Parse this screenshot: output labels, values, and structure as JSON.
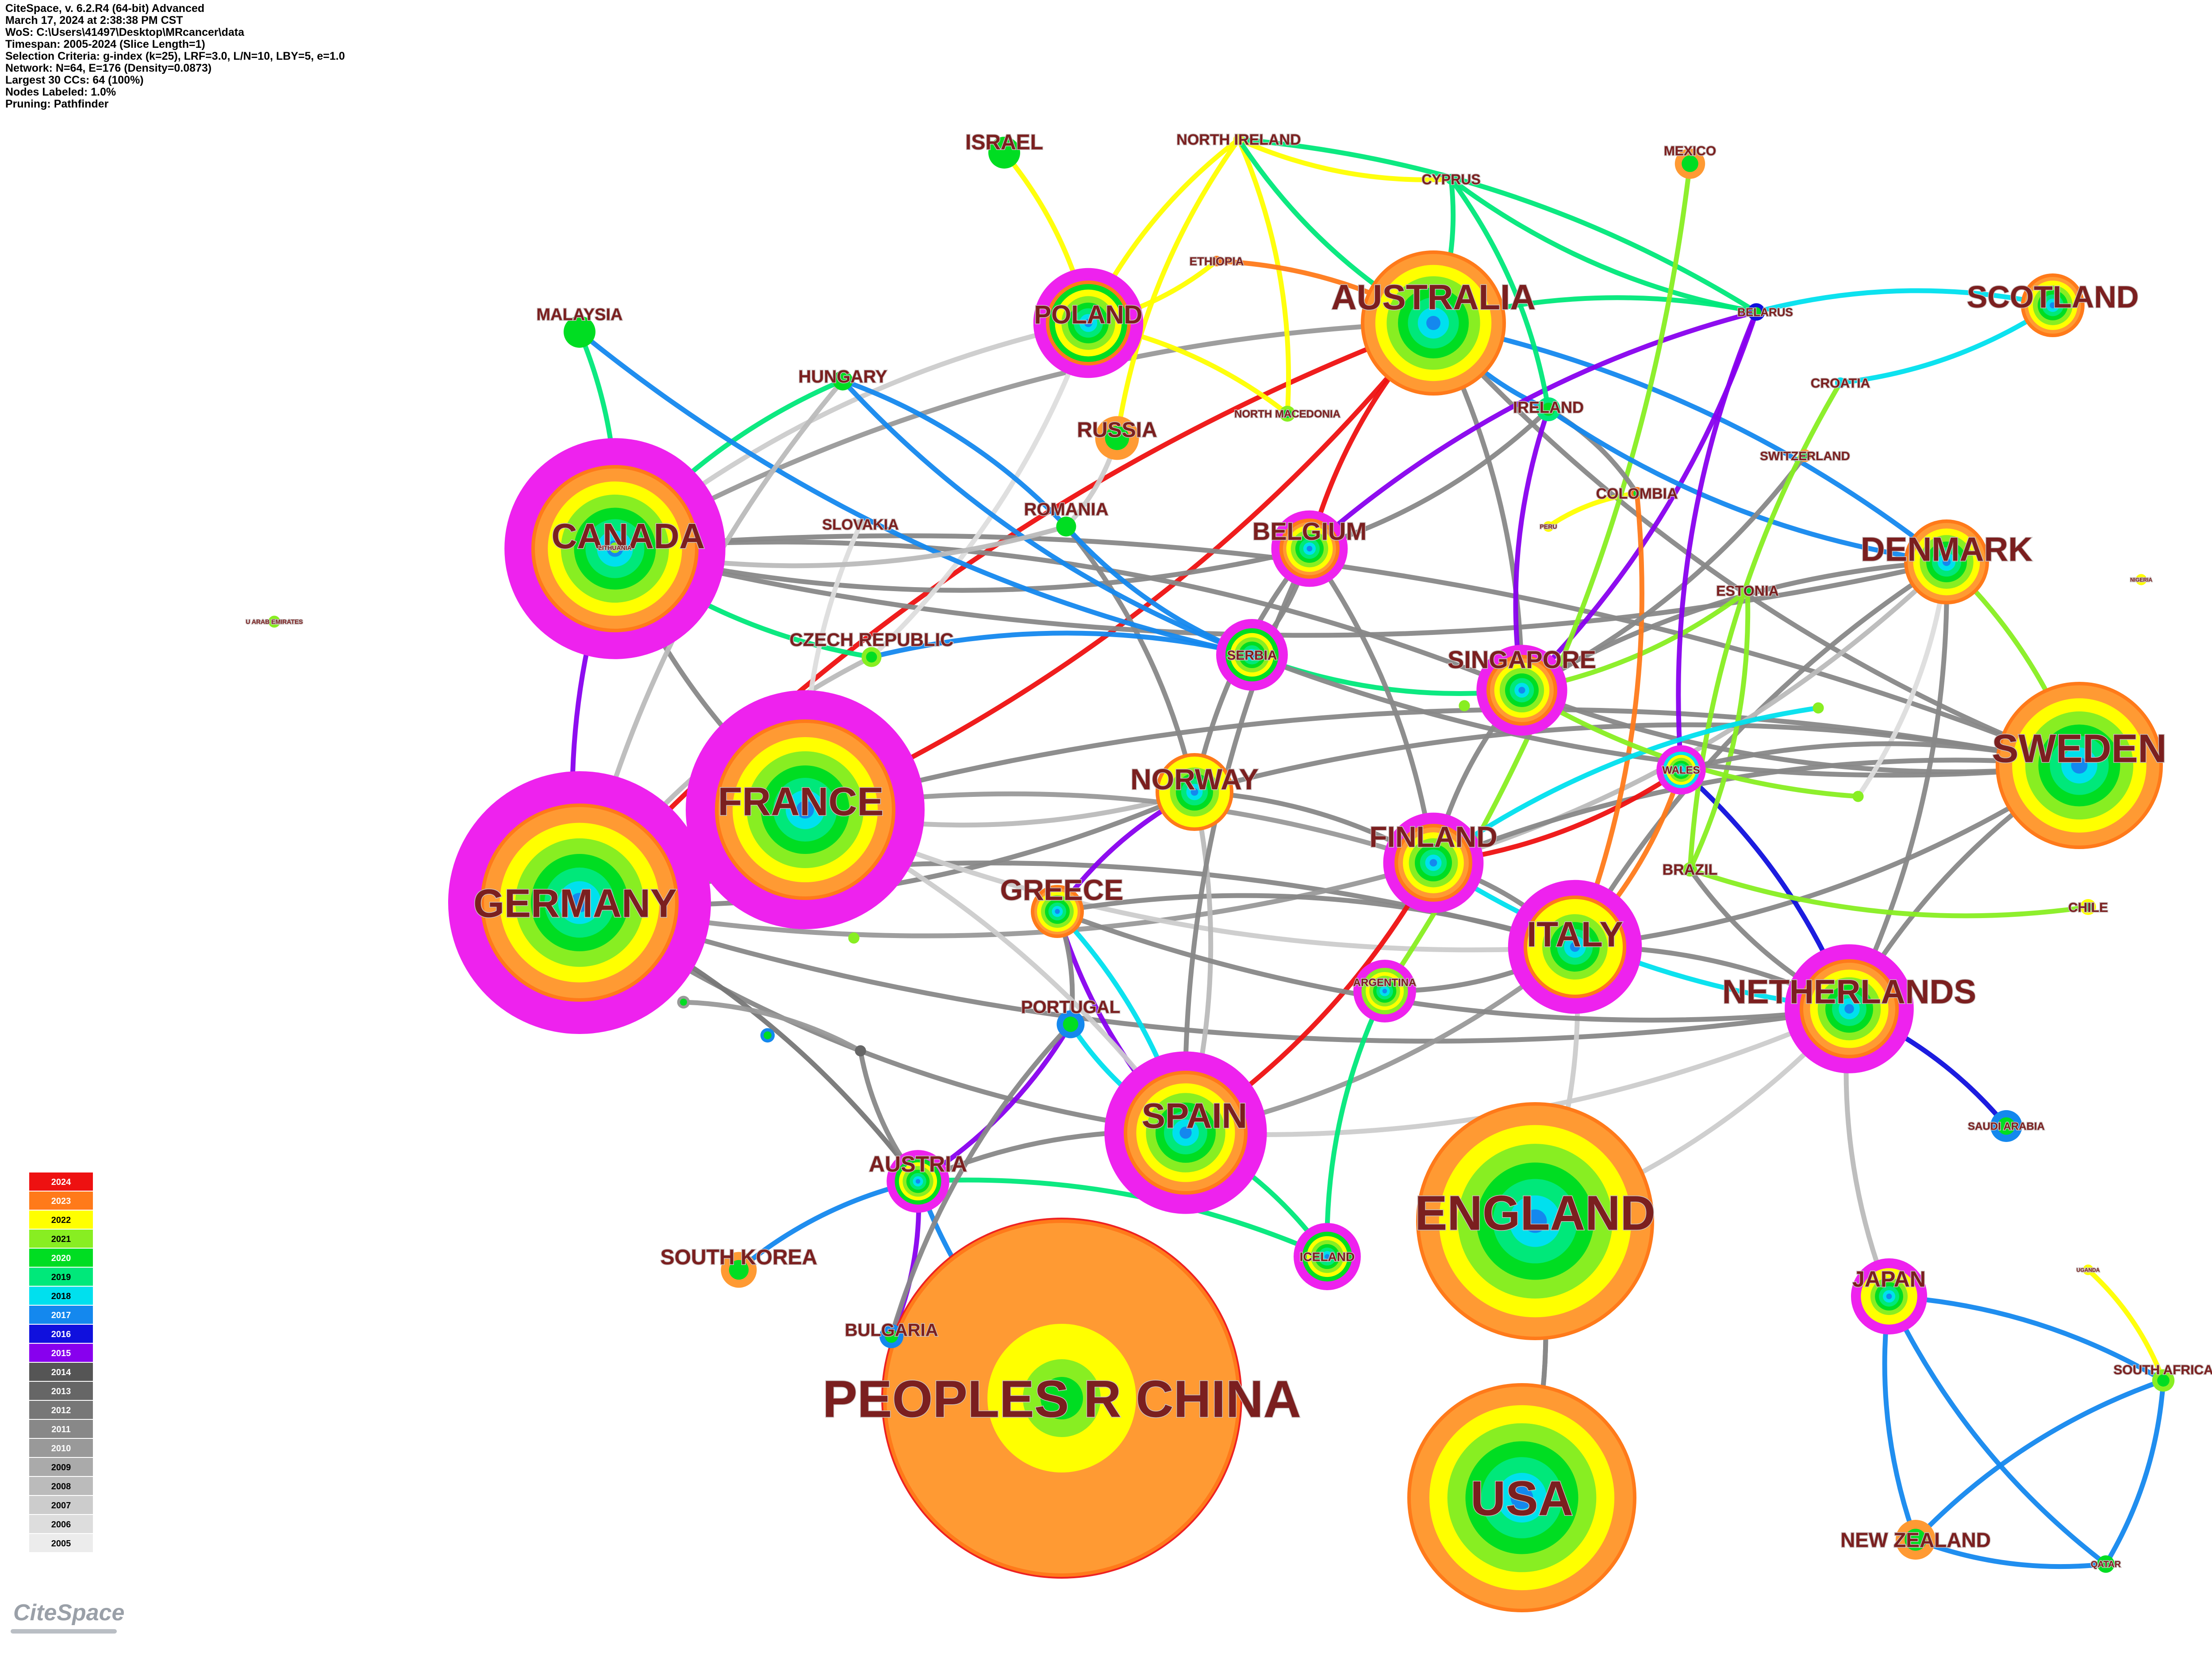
{
  "info_lines": [
    "CiteSpace, v. 6.2.R4 (64-bit) Advanced",
    "March 17, 2024 at 2:38:38 PM CST",
    "WoS: C:\\Users\\41497\\Desktop\\MRcancer\\data",
    "Timespan: 2005-2024 (Slice Length=1)",
    "Selection Criteria: g-index (k=25), LRF=3.0, L/N=10, LBY=5, e=1.0",
    "Network: N=64, E=176 (Density=0.0873)",
    "Largest 30 CCs: 64 (100%)",
    "Nodes Labeled: 1.0%",
    "Pruning: Pathfinder"
  ],
  "logo_text": "CiteSpace",
  "legend": [
    {
      "year": "2024",
      "color": "#ee1111"
    },
    {
      "year": "2023",
      "color": "#ff7a1a"
    },
    {
      "year": "2022",
      "color": "#ffff00"
    },
    {
      "year": "2021",
      "color": "#88ee22"
    },
    {
      "year": "2020",
      "color": "#00dd22"
    },
    {
      "year": "2019",
      "color": "#00e87a"
    },
    {
      "year": "2018",
      "color": "#00e0ee"
    },
    {
      "year": "2017",
      "color": "#1488ee"
    },
    {
      "year": "2016",
      "color": "#1010dd"
    },
    {
      "year": "2015",
      "color": "#8800ee"
    },
    {
      "year": "2014",
      "color": "#555555"
    },
    {
      "year": "2013",
      "color": "#666666"
    },
    {
      "year": "2012",
      "color": "#777777"
    },
    {
      "year": "2011",
      "color": "#888888"
    },
    {
      "year": "2010",
      "color": "#999999"
    },
    {
      "year": "2009",
      "color": "#aaaaaa"
    },
    {
      "year": "2008",
      "color": "#bbbbbb"
    },
    {
      "year": "2007",
      "color": "#cccccc"
    },
    {
      "year": "2006",
      "color": "#dddddd"
    },
    {
      "year": "2005",
      "color": "#ececec"
    }
  ],
  "nodes": [
    {
      "id": "peoples-r-china",
      "label": "PEOPLES R CHINA",
      "size": 3,
      "color": "#ff9a33",
      "centrality": "none"
    },
    {
      "id": "england",
      "label": "ENGLAND",
      "size": 3,
      "color": "#ff9a33",
      "centrality": "none"
    },
    {
      "id": "usa",
      "label": "USA",
      "size": 3,
      "color": "#ff9a33",
      "centrality": "none"
    },
    {
      "id": "germany",
      "label": "GERMANY",
      "size": 3,
      "color": "#ff9a33",
      "centrality": "high"
    },
    {
      "id": "france",
      "label": "FRANCE",
      "size": 3,
      "color": "#ff9a33",
      "centrality": "high"
    },
    {
      "id": "canada",
      "label": "CANADA",
      "size": 3,
      "color": "#ff9a33",
      "centrality": "high"
    },
    {
      "id": "australia",
      "label": "AUSTRALIA",
      "size": 3,
      "color": "#ff9a33",
      "centrality": "none"
    },
    {
      "id": "sweden",
      "label": "SWEDEN",
      "size": 3,
      "color": "#ff9a33",
      "centrality": "none"
    },
    {
      "id": "italy",
      "label": "ITALY",
      "size": 2,
      "color": "#ffff00",
      "centrality": "high"
    },
    {
      "id": "netherlands",
      "label": "NETHERLANDS",
      "size": 2,
      "color": "#ff9a33",
      "centrality": "high"
    },
    {
      "id": "spain",
      "label": "SPAIN",
      "size": 2,
      "color": "#ff9a33",
      "centrality": "high"
    },
    {
      "id": "denmark",
      "label": "DENMARK",
      "size": 2,
      "color": "#ff9a33",
      "centrality": "none"
    },
    {
      "id": "finland",
      "label": "FINLAND",
      "size": 2,
      "color": "#ff9a33",
      "centrality": "high"
    },
    {
      "id": "norway",
      "label": "NORWAY",
      "size": 2,
      "color": "#ffff00",
      "centrality": "none"
    },
    {
      "id": "scotland",
      "label": "SCOTLAND",
      "size": 2,
      "color": "#ff9a33",
      "centrality": "none"
    },
    {
      "id": "singapore",
      "label": "SINGAPORE",
      "size": 2,
      "color": "#ff9a33",
      "centrality": "high"
    },
    {
      "id": "belgium",
      "label": "BELGIUM",
      "size": 2,
      "color": "#ff9a33",
      "centrality": "high"
    },
    {
      "id": "poland",
      "label": "POLAND",
      "size": 2,
      "color": "#00dd22",
      "centrality": "high"
    },
    {
      "id": "greece",
      "label": "GREECE",
      "size": 2,
      "color": "#ff9a33",
      "centrality": "none"
    },
    {
      "id": "austria",
      "label": "AUSTRIA",
      "size": 1,
      "color": "#00dd22",
      "centrality": "high"
    },
    {
      "id": "japan",
      "label": "JAPAN",
      "size": 1,
      "color": "#ffff00",
      "centrality": "high"
    },
    {
      "id": "serbia",
      "label": "SERBIA",
      "size": 1,
      "color": "#00dd22",
      "centrality": "high"
    },
    {
      "id": "iceland",
      "label": "ICELAND",
      "size": 1,
      "color": "#00dd22",
      "centrality": "high"
    },
    {
      "id": "argentina",
      "label": "ARGENTINA",
      "size": 1,
      "color": "#88ee22",
      "centrality": "high"
    },
    {
      "id": "wales",
      "label": "WALES",
      "size": 1,
      "color": "#00e0ee",
      "centrality": "high"
    },
    {
      "id": "south-korea",
      "label": "SOUTH KOREA",
      "size": 0,
      "color": "#ff9a33",
      "centrality": "none"
    },
    {
      "id": "new-zealand",
      "label": "NEW ZEALAND",
      "size": 0,
      "color": "#ff9a33",
      "centrality": "none"
    },
    {
      "id": "russia",
      "label": "RUSSIA",
      "size": 0,
      "color": "#ff9a33",
      "centrality": "none"
    },
    {
      "id": "mexico",
      "label": "MEXICO",
      "size": 0,
      "color": "#ff9a33",
      "centrality": "none"
    },
    {
      "id": "israel",
      "label": "ISRAEL",
      "size": 0,
      "color": "#00dd22",
      "centrality": "none"
    },
    {
      "id": "malaysia",
      "label": "MALAYSIA",
      "size": 0,
      "color": "#00dd22",
      "centrality": "none"
    },
    {
      "id": "saudi-arabia",
      "label": "SAUDI ARABIA",
      "size": 0,
      "color": "#1488ee",
      "centrality": "none"
    },
    {
      "id": "portugal",
      "label": "PORTUGAL",
      "size": 0,
      "color": "#1488ee",
      "centrality": "none"
    },
    {
      "id": "bulgaria",
      "label": "BULGARIA",
      "size": 0,
      "color": "#1488ee",
      "centrality": "none"
    },
    {
      "id": "south-africa",
      "label": "SOUTH AFRICA",
      "size": 0,
      "color": "#88ee22",
      "centrality": "none"
    },
    {
      "id": "qatar",
      "label": "QATAR",
      "size": 0,
      "color": "#00dd22",
      "centrality": "none"
    },
    {
      "id": "hungary",
      "label": "HUNGARY",
      "size": 0,
      "color": "#00dd22",
      "centrality": "none"
    },
    {
      "id": "romania",
      "label": "ROMANIA",
      "size": 0,
      "color": "#00dd22",
      "centrality": "none"
    },
    {
      "id": "czech-republic",
      "label": "CZECH REPUBLIC",
      "size": 0,
      "color": "#88ee22",
      "centrality": "none"
    },
    {
      "id": "slovakia",
      "label": "SLOVAKIA",
      "size": 0,
      "color": "#cccccc",
      "centrality": "none"
    },
    {
      "id": "north-ireland",
      "label": "NORTH IRELAND",
      "size": 0,
      "color": "#ffff00",
      "centrality": "none"
    },
    {
      "id": "cyprus",
      "label": "CYPRUS",
      "size": 0,
      "color": "#00e87a",
      "centrality": "none"
    },
    {
      "id": "ethiopia",
      "label": "ETHIOPIA",
      "size": 0,
      "color": "#ff7a1a",
      "centrality": "none"
    },
    {
      "id": "belarus",
      "label": "BELARUS",
      "size": 0,
      "color": "#1010dd",
      "centrality": "none"
    },
    {
      "id": "croatia",
      "label": "CROATIA",
      "size": 0,
      "color": "#00e0ee",
      "centrality": "none"
    },
    {
      "id": "ireland",
      "label": "IRELAND",
      "size": 0,
      "color": "#00e87a",
      "centrality": "none"
    },
    {
      "id": "north-macedonia",
      "label": "NORTH MACEDONIA",
      "size": 0,
      "color": "#88ee22",
      "centrality": "none"
    },
    {
      "id": "switzerland",
      "label": "SWITZERLAND",
      "size": 0,
      "color": "#ff9a33",
      "centrality": "none"
    },
    {
      "id": "colombia",
      "label": "COLOMBIA",
      "size": 0,
      "color": "#ff7a1a",
      "centrality": "none"
    },
    {
      "id": "peru",
      "label": "PERU",
      "size": 0,
      "color": "#ffff00",
      "centrality": "none"
    },
    {
      "id": "estonia",
      "label": "ESTONIA",
      "size": 0,
      "color": "#88ee22",
      "centrality": "none"
    },
    {
      "id": "brazil",
      "label": "BRAZIL",
      "size": 0,
      "color": "#88ee22",
      "centrality": "none"
    },
    {
      "id": "chile",
      "label": "CHILE",
      "size": 0,
      "color": "#ffff00",
      "centrality": "none"
    },
    {
      "id": "lithuania",
      "label": "LITHUANIA",
      "size": 0,
      "color": "#88ee22",
      "centrality": "none"
    },
    {
      "id": "u-arab-emirates",
      "label": "U ARAB EMIRATES",
      "size": 0,
      "color": "#88ee22",
      "centrality": "none"
    },
    {
      "id": "nigeria",
      "label": "NIGERIA",
      "size": 0,
      "color": "#ffff00",
      "centrality": "none"
    },
    {
      "id": "uganda",
      "label": "UGANDA",
      "size": 0,
      "color": "#ffff00",
      "centrality": "none"
    },
    {
      "id": "slovenia",
      "label": "",
      "size": 0,
      "color": "#88ee22",
      "centrality": "none"
    },
    {
      "id": "ecuador",
      "label": "",
      "size": 0,
      "color": "#88ee22",
      "centrality": "none"
    },
    {
      "id": "iran",
      "label": "",
      "size": 0,
      "color": "#88ee22",
      "centrality": "none"
    },
    {
      "id": "bangladesh",
      "label": "",
      "size": 0,
      "color": "#999999",
      "centrality": "none"
    },
    {
      "id": "kenya",
      "label": "",
      "size": 0,
      "color": "#1488ee",
      "centrality": "none"
    },
    {
      "id": "pakistan",
      "label": "",
      "size": 0,
      "color": "#666666",
      "centrality": "none"
    },
    {
      "id": "luxembourg",
      "label": "",
      "size": 0,
      "color": "#88ee22",
      "centrality": "none"
    }
  ],
  "edges": [
    [
      "germany",
      "canada",
      "#8800ee"
    ],
    [
      "germany",
      "france",
      "#888888"
    ],
    [
      "germany",
      "australia",
      "#ee1111"
    ],
    [
      "germany",
      "norway",
      "#888888"
    ],
    [
      "germany",
      "italy",
      "#888888"
    ],
    [
      "germany",
      "spain",
      "#888888"
    ],
    [
      "germany",
      "austria",
      "#777777"
    ],
    [
      "germany",
      "netherlands",
      "#888888"
    ],
    [
      "germany",
      "czech-republic",
      "#bbbbbb"
    ],
    [
      "germany",
      "finland",
      "#999999"
    ],
    [
      "france",
      "canada",
      "#888888"
    ],
    [
      "france",
      "australia",
      "#ee1111"
    ],
    [
      "france",
      "sweden",
      "#888888"
    ],
    [
      "france",
      "norway",
      "#bbbbbb"
    ],
    [
      "france",
      "finland",
      "#999999"
    ],
    [
      "france",
      "italy",
      "#cccccc"
    ],
    [
      "canada",
      "australia",
      "#999999"
    ],
    [
      "canada",
      "denmark",
      "#888888"
    ],
    [
      "canada",
      "sweden",
      "#888888"
    ],
    [
      "canada",
      "czech-republic",
      "#00e87a"
    ],
    [
      "canada",
      "hungary",
      "#00e87a"
    ],
    [
      "canada",
      "belgium",
      "#888888"
    ],
    [
      "canada",
      "singapore",
      "#888888"
    ],
    [
      "australia",
      "ireland",
      "#1488ee"
    ],
    [
      "australia",
      "denmark",
      "#1488ee"
    ],
    [
      "australia",
      "belgium",
      "#ee1111"
    ],
    [
      "australia",
      "singapore",
      "#888888"
    ],
    [
      "australia",
      "cyprus",
      "#00e87a"
    ],
    [
      "australia",
      "belarus",
      "#00e87a"
    ],
    [
      "australia",
      "sweden",
      "#888888"
    ],
    [
      "italy",
      "netherlands",
      "#888888"
    ],
    [
      "italy",
      "finland",
      "#888888"
    ],
    [
      "italy",
      "spain",
      "#999999"
    ],
    [
      "italy",
      "sweden",
      "#888888"
    ],
    [
      "italy",
      "denmark",
      "#888888"
    ],
    [
      "italy",
      "greece",
      "#888888"
    ],
    [
      "italy",
      "england",
      "#cccccc"
    ],
    [
      "italy",
      "wales",
      "#ff7a1a"
    ],
    [
      "italy",
      "argentina",
      "#888888"
    ],
    [
      "spain",
      "finland",
      "#ee1111"
    ],
    [
      "spain",
      "portugal",
      "#00e0ee"
    ],
    [
      "spain",
      "austria",
      "#888888"
    ],
    [
      "spain",
      "greece",
      "#8800ee"
    ],
    [
      "spain",
      "norway",
      "#bbbbbb"
    ],
    [
      "spain",
      "iceland",
      "#00e87a"
    ],
    [
      "spain",
      "netherlands",
      "#cccccc"
    ],
    [
      "england",
      "usa",
      "#888888"
    ],
    [
      "usa",
      "england",
      "#888888"
    ],
    [
      "netherlands",
      "saudi-arabia",
      "#1010dd"
    ],
    [
      "netherlands",
      "denmark",
      "#888888"
    ],
    [
      "netherlands",
      "sweden",
      "#888888"
    ],
    [
      "netherlands",
      "japan",
      "#bbbbbb"
    ],
    [
      "netherlands",
      "finland",
      "#00e0ee"
    ],
    [
      "netherlands",
      "wales",
      "#1010dd"
    ],
    [
      "denmark",
      "sweden",
      "#88ee22"
    ],
    [
      "denmark",
      "singapore",
      "#888888"
    ],
    [
      "denmark",
      "finland",
      "#bbbbbb"
    ],
    [
      "sweden",
      "finland",
      "#888888"
    ],
    [
      "sweden",
      "singapore",
      "#888888"
    ],
    [
      "sweden",
      "norway",
      "#888888"
    ],
    [
      "scotland",
      "croatia",
      "#00e0ee"
    ],
    [
      "scotland",
      "belarus",
      "#00e0ee"
    ],
    [
      "norway",
      "finland",
      "#888888"
    ],
    [
      "norway",
      "greece",
      "#8800ee"
    ],
    [
      "norway",
      "belgium",
      "#888888"
    ],
    [
      "norway",
      "romania",
      "#888888"
    ],
    [
      "finland",
      "singapore",
      "#888888"
    ],
    [
      "finland",
      "wales",
      "#ee1111"
    ],
    [
      "singapore",
      "serbia",
      "#00e87a"
    ],
    [
      "singapore",
      "belarus",
      "#8800ee"
    ],
    [
      "singapore",
      "ireland",
      "#8800ee"
    ],
    [
      "singapore",
      "estonia",
      "#88ee22"
    ],
    [
      "belgium",
      "belarus",
      "#8800ee"
    ],
    [
      "belgium",
      "ireland",
      "#888888"
    ],
    [
      "belgium",
      "serbia",
      "#888888"
    ],
    [
      "poland",
      "israel",
      "#ffff00"
    ],
    [
      "poland",
      "north-ireland",
      "#ffff00"
    ],
    [
      "poland",
      "ethiopia",
      "#ffff00"
    ],
    [
      "poland",
      "czech-republic",
      "#dddddd"
    ],
    [
      "poland",
      "canada",
      "#cccccc"
    ],
    [
      "poland",
      "north-macedonia",
      "#ffff00"
    ],
    [
      "north-ireland",
      "cyprus",
      "#ffff00"
    ],
    [
      "north-ireland",
      "north-macedonia",
      "#ffff00"
    ],
    [
      "north-ireland",
      "australia",
      "#00e87a"
    ],
    [
      "north-ireland",
      "belarus",
      "#00e87a"
    ],
    [
      "north-ireland",
      "russia",
      "#ffff00"
    ],
    [
      "ethiopia",
      "australia",
      "#ff7a1a"
    ],
    [
      "cyprus",
      "belarus",
      "#00e87a"
    ],
    [
      "cyprus",
      "ireland",
      "#00e87a"
    ],
    [
      "malaysia",
      "serbia",
      "#1488ee"
    ],
    [
      "malaysia",
      "canada",
      "#00e87a"
    ],
    [
      "hungary",
      "serbia",
      "#1488ee"
    ],
    [
      "hungary",
      "romania",
      "#1488ee"
    ],
    [
      "hungary",
      "germany",
      "#bbbbbb"
    ],
    [
      "russia",
      "romania",
      "#cccccc"
    ],
    [
      "romania",
      "serbia",
      "#1488ee"
    ],
    [
      "colombia",
      "italy",
      "#ff7a1a"
    ],
    [
      "colombia",
      "peru",
      "#ffff00"
    ],
    [
      "mexico",
      "argentina",
      "#88ee22"
    ],
    [
      "argentina",
      "iceland",
      "#00e87a"
    ],
    [
      "ireland",
      "colombia",
      "#888888"
    ],
    [
      "ireland",
      "denmark",
      "#1488ee"
    ],
    [
      "switzerland",
      "singapore",
      "#888888"
    ],
    [
      "croatia",
      "brazil",
      "#88ee22"
    ],
    [
      "estonia",
      "brazil",
      "#88ee22"
    ],
    [
      "brazil",
      "chile",
      "#88ee22"
    ],
    [
      "wales",
      "belarus",
      "#8800ee"
    ],
    [
      "austria",
      "south-korea",
      "#1488ee"
    ],
    [
      "austria",
      "bulgaria",
      "#8800ee"
    ],
    [
      "austria",
      "portugal",
      "#8800ee"
    ],
    [
      "austria",
      "iceland",
      "#00e87a"
    ],
    [
      "austria",
      "peoples-r-china",
      "#1488ee"
    ],
    [
      "bulgaria",
      "portugal",
      "#888888"
    ],
    [
      "japan",
      "new-zealand",
      "#1488ee"
    ],
    [
      "japan",
      "south-africa",
      "#1488ee"
    ],
    [
      "japan",
      "qatar",
      "#1488ee"
    ],
    [
      "new-zealand",
      "south-africa",
      "#1488ee"
    ],
    [
      "new-zealand",
      "qatar",
      "#1488ee"
    ],
    [
      "south-africa",
      "qatar",
      "#1488ee"
    ],
    [
      "south-africa",
      "uganda",
      "#ffff00"
    ],
    [
      "greece",
      "portugal",
      "#888888"
    ],
    [
      "greece",
      "netherlands",
      "#888888"
    ],
    [
      "czech-republic",
      "serbia",
      "#1488ee"
    ],
    [
      "serbia",
      "sweden",
      "#888888"
    ],
    [
      "finland",
      "slovenia",
      "#00e0ee"
    ],
    [
      "singapore",
      "ecuador",
      "#88ee22"
    ],
    [
      "denmark",
      "ecuador",
      "#dddddd"
    ],
    [
      "pakistan",
      "austria",
      "#888888"
    ],
    [
      "bangladesh",
      "pakistan",
      "#999999"
    ],
    [
      "slovakia",
      "france",
      "#dddddd"
    ],
    [
      "france",
      "spain",
      "#cccccc"
    ],
    [
      "canada",
      "romania",
      "#bbbbbb"
    ],
    [
      "belgium",
      "finland",
      "#888888"
    ],
    [
      "belgium",
      "spain",
      "#888888"
    ],
    [
      "netherlands",
      "brazil",
      "#888888"
    ],
    [
      "england",
      "netherlands",
      "#cccccc"
    ],
    [
      "greece",
      "spain",
      "#00e0ee"
    ],
    [
      "sweden",
      "wales",
      "#888888"
    ]
  ]
}
